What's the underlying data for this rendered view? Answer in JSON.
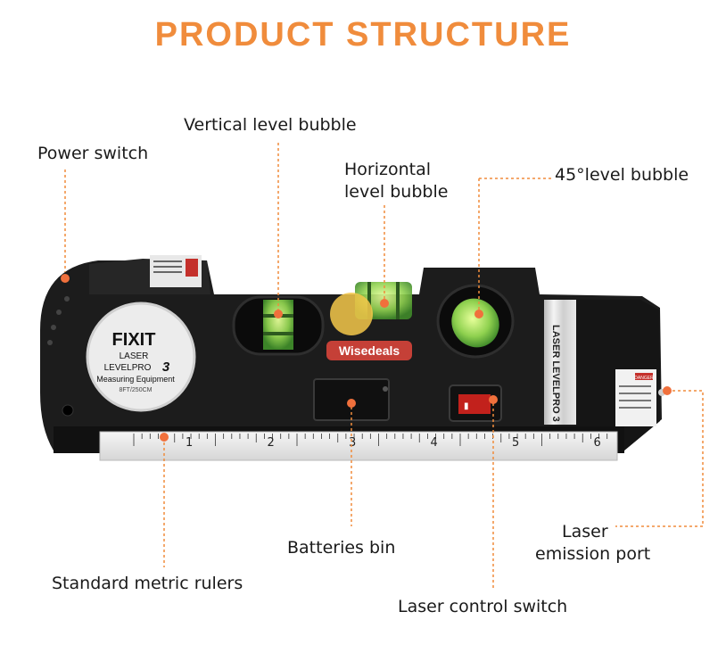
{
  "title": "PRODUCT STRUCTURE",
  "labels": {
    "vertical_bubble": "Vertical level bubble",
    "power_switch": "Power switch",
    "horizontal_bubble_line1": "Horizontal",
    "horizontal_bubble_line2": "level bubble",
    "bubble_45": "45°level bubble",
    "batteries_bin": "Batteries bin",
    "standard_rulers": "Standard metric rulers",
    "laser_switch": "Laser control switch",
    "laser_port_line1": "Laser",
    "laser_port_line2": "emission port"
  },
  "device": {
    "brand": "FIXIT",
    "line2": "LASER",
    "line3": "LEVELPRO",
    "model_num": "3",
    "line4": "Measuring Equipment",
    "line5": "8FT/250CM",
    "side_text": "LASER LEVELPRO 3",
    "danger": "DANGER",
    "watermark": "Wisedeals",
    "ruler_ticks": [
      "1",
      "2",
      "3",
      "4",
      "5",
      "6"
    ]
  },
  "colors": {
    "accent": "#f08c3c",
    "dot": "#f0703c",
    "body": "#1c1c1c",
    "bubble": "#8fd14f"
  }
}
